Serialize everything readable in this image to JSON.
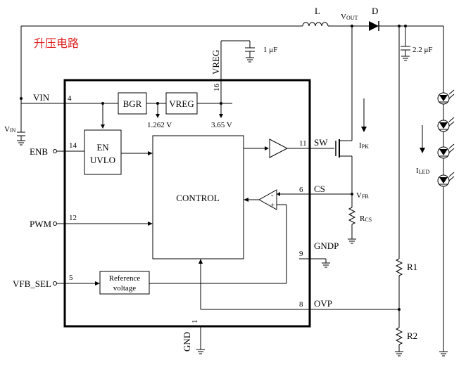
{
  "title": "升压电路",
  "blocks": {
    "bgr": "BGR",
    "vreg": "VREG",
    "en_uvlo_1": "EN",
    "en_uvlo_2": "UVLO",
    "control": "CONTROL",
    "ref_1": "Reference",
    "ref_2": "voltage"
  },
  "pins": {
    "vin": "VIN",
    "vin_num": "4",
    "enb": "ENB",
    "enb_num": "14",
    "pwm": "PWM",
    "pwm_num": "12",
    "vfb_sel": "VFB_SEL",
    "vfb_sel_num": "5",
    "vreg": "VREG",
    "vreg_num": "16",
    "sw": "SW",
    "sw_num": "11",
    "cs": "CS",
    "cs_num": "6",
    "gndp": "GNDP",
    "gndp_num": "9",
    "ovp": "OVP",
    "ovp_num": "8",
    "gnd": "GND",
    "gnd_num": "1"
  },
  "components": {
    "inductor": "L",
    "diode": "D",
    "cap_vreg": "1 μF",
    "cap_out": "2.2 μF",
    "r1": "R1",
    "r2": "R2",
    "rcs": "R",
    "rcs_sub": "CS"
  },
  "signals": {
    "v1262": "1.262 V",
    "v365": "3.65 V",
    "vout": "V",
    "vout_sub": "OUT",
    "vin_ext": "V",
    "vin_ext_sub": "IN",
    "vfb": "V",
    "vfb_sub": "FB",
    "ipk": "I",
    "ipk_sub": "PK",
    "iled": "I",
    "iled_sub": "LED"
  }
}
